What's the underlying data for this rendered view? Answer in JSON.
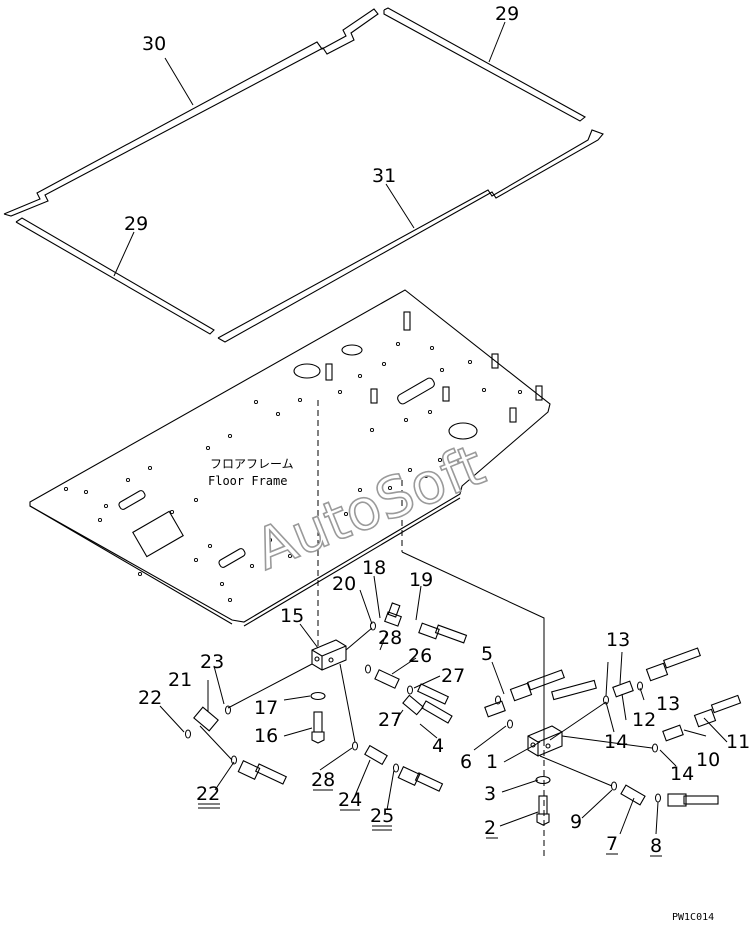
{
  "diagram": {
    "floor_label_jp": "フロアフレーム",
    "floor_label_en": "Floor Frame",
    "watermark": "AutoSoft",
    "drawing_code": "PW1C014",
    "callouts": {
      "c1": "1",
      "c2": "2",
      "c3": "3",
      "c4": "4",
      "c5": "5",
      "c6": "6",
      "c7": "7",
      "c8": "8",
      "c9": "9",
      "c10": "10",
      "c11": "11",
      "c12": "12",
      "c13a": "13",
      "c13b": "13",
      "c14a": "14",
      "c14b": "14",
      "c15": "15",
      "c16": "16",
      "c17": "17",
      "c18": "18",
      "c19": "19",
      "c20": "20",
      "c21": "21",
      "c22a": "22",
      "c22b": "22",
      "c23": "23",
      "c24": "24",
      "c25": "25",
      "c26": "26",
      "c27a": "27",
      "c27b": "27",
      "c28a": "28",
      "c28b": "28",
      "c29a": "29",
      "c29b": "29",
      "c30": "30",
      "c31": "31"
    }
  }
}
